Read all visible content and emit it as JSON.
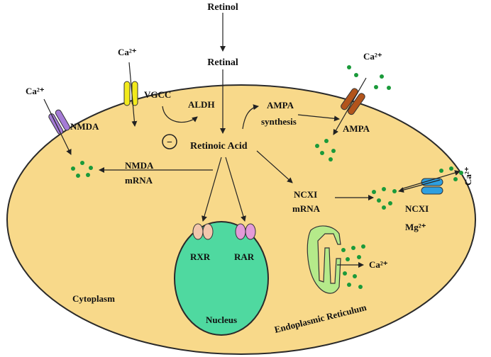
{
  "labels": {
    "retinol": "Retinol",
    "retinal": "Retinal",
    "aldh": "ALDH",
    "vgcc": "VGCC",
    "nmda_channel": "NMDA",
    "ca_vgcc": "Ca²⁺",
    "ca_nmda": "Ca²⁺",
    "ca_ampa": "Ca²⁺",
    "ca_ncxi": "Ca²⁺",
    "ca_er": "Ca²⁺",
    "ampa_synthesis_line1": "AMPA",
    "ampa_synthesis_line2": "synthesis",
    "ampa_channel": "AMPA",
    "retinoic_acid": "Retinoic Acid",
    "inhibit_symbol": "−",
    "nmda_mrna_line1": "NMDA",
    "nmda_mrna_line2": "mRNA",
    "ncxi_mrna_line1": "NCXI",
    "ncxi_mrna_line2": "mRNA",
    "ncxi_channel": "NCXI",
    "mg": "Mg²⁺",
    "rxr": "RXR",
    "rar": "RAR",
    "nucleus": "Nucleus",
    "cytoplasm": "Cytoplasm",
    "er": "Endoplasmic Reticulum"
  },
  "colors": {
    "cytoplasm_fill": "#f8d98a",
    "cytoplasm_stroke": "#2a2a2a",
    "nucleus_fill": "#4fd9a0",
    "er_fill": "#b5ea8a",
    "nmda_channel": "#a57bd6",
    "vgcc_channel": "#f2ea1c",
    "ampa_channel": "#b2541b",
    "ncxi_channel": "#2e9fe0",
    "rxr": "#f2c6ad",
    "rar": "#e39ad8",
    "ion_dots": "#1a9a3a"
  }
}
